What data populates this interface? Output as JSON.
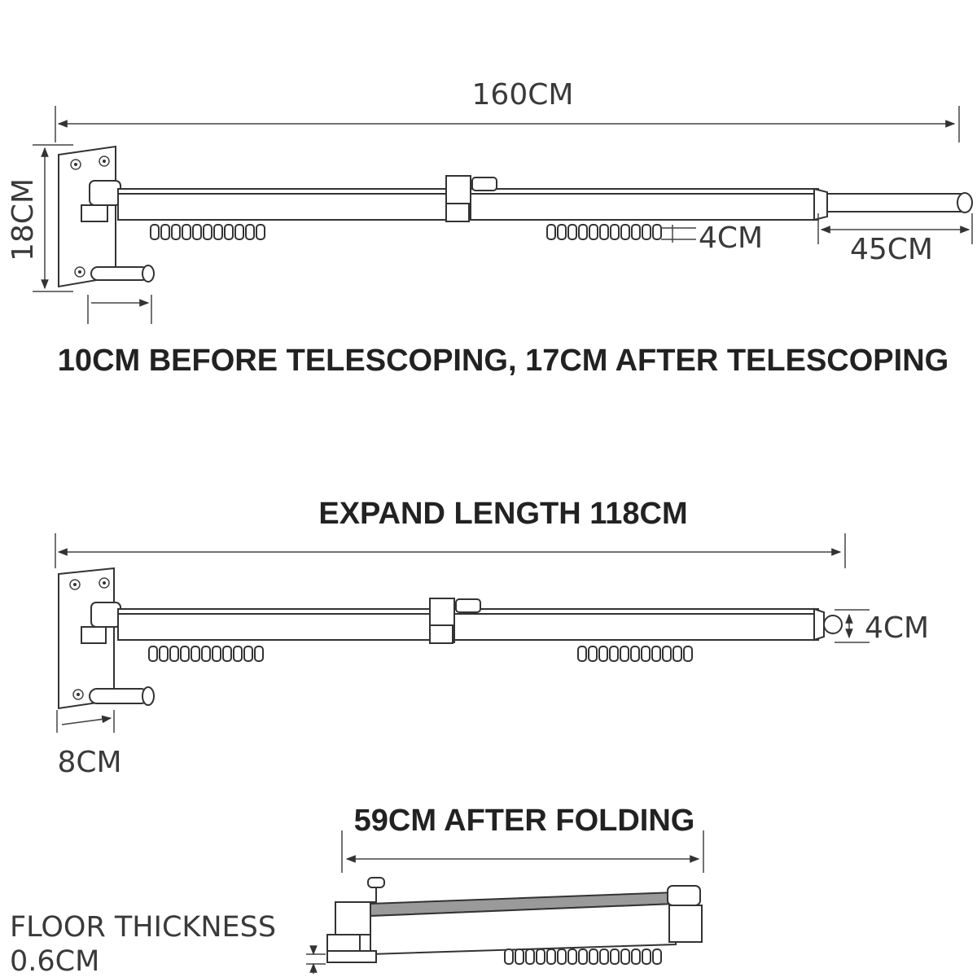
{
  "diagram1": {
    "total_length": "160CM",
    "height": "18CM",
    "rod_diameter": "4CM",
    "extension": "45CM",
    "caption": "10CM BEFORE TELESCOPING, 17CM AFTER TELESCOPING"
  },
  "diagram2": {
    "title": "EXPAND LENGTH 118CM",
    "rod_diameter": "4CM",
    "hook_length": "8CM"
  },
  "diagram3": {
    "title": "59CM AFTER FOLDING",
    "floor_label_line1": "FLOOR THICKNESS",
    "floor_label_line2": "0.6CM"
  }
}
